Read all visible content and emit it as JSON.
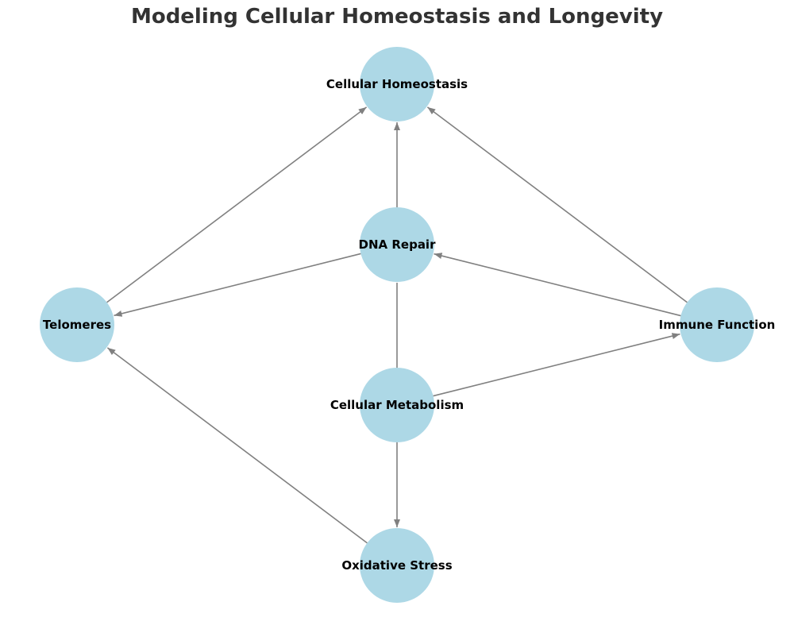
{
  "title": "Modeling Cellular Homeostasis and Longevity",
  "colors": {
    "node_fill": "#add8e6",
    "edge": "#808080",
    "label": "#000000",
    "title": "#333333"
  },
  "nodes": [
    {
      "id": "homeostasis",
      "label": "Cellular Homeostasis"
    },
    {
      "id": "dna",
      "label": "DNA Repair"
    },
    {
      "id": "telomeres",
      "label": "Telomeres"
    },
    {
      "id": "immune",
      "label": "Immune Function"
    },
    {
      "id": "metabolism",
      "label": "Cellular Metabolism"
    },
    {
      "id": "oxidative",
      "label": "Oxidative Stress"
    }
  ],
  "edges": [
    {
      "from": "telomeres",
      "to": "homeostasis",
      "directed": true
    },
    {
      "from": "dna",
      "to": "homeostasis",
      "directed": true
    },
    {
      "from": "immune",
      "to": "homeostasis",
      "directed": true
    },
    {
      "from": "dna",
      "to": "telomeres",
      "directed": true
    },
    {
      "from": "immune",
      "to": "dna",
      "directed": true
    },
    {
      "from": "metabolism",
      "to": "dna",
      "directed": false
    },
    {
      "from": "metabolism",
      "to": "immune",
      "directed": true
    },
    {
      "from": "metabolism",
      "to": "oxidative",
      "directed": true
    },
    {
      "from": "oxidative",
      "to": "telomeres",
      "directed": true
    }
  ]
}
